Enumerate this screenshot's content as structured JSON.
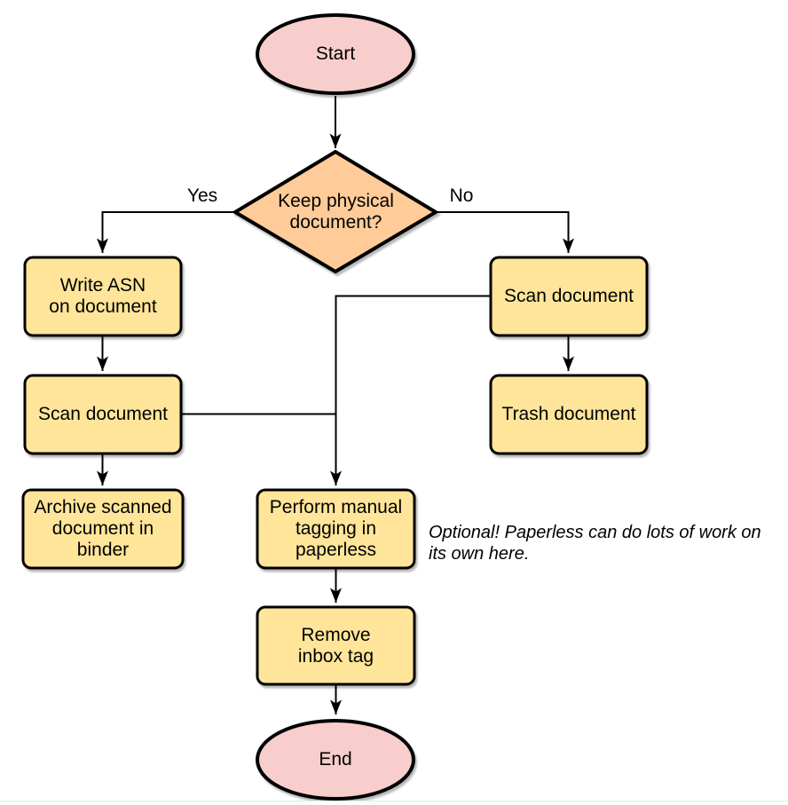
{
  "page": {
    "background": "#ffffff",
    "bottom_border_color": "#e8eaec"
  },
  "colors": {
    "terminator_fill": "#f8cecc",
    "decision_fill": "#ffcc99",
    "process_fill": "#ffe599",
    "stroke": "#000000",
    "connector": "#000000",
    "text": "#000000"
  },
  "nodes": {
    "start": {
      "type": "terminator",
      "label": "Start"
    },
    "decision": {
      "type": "decision",
      "label": "Keep physical\ndocument?"
    },
    "write_asn": {
      "type": "process",
      "label": "Write ASN\non document"
    },
    "scan_left": {
      "type": "process",
      "label": "Scan document"
    },
    "archive": {
      "type": "process",
      "label": "Archive scanned\ndocument in\nbinder"
    },
    "scan_right": {
      "type": "process",
      "label": "Scan document"
    },
    "trash": {
      "type": "process",
      "label": "Trash document"
    },
    "tagging": {
      "type": "process",
      "label": "Perform manual\ntagging in\npaperless"
    },
    "remove_inbox": {
      "type": "process",
      "label": "Remove\ninbox tag"
    },
    "end": {
      "type": "terminator",
      "label": "End"
    }
  },
  "edge_labels": {
    "yes": "Yes",
    "no": "No"
  },
  "annotation": {
    "text": "Optional! Paperless can do lots of work on\nits own here."
  }
}
